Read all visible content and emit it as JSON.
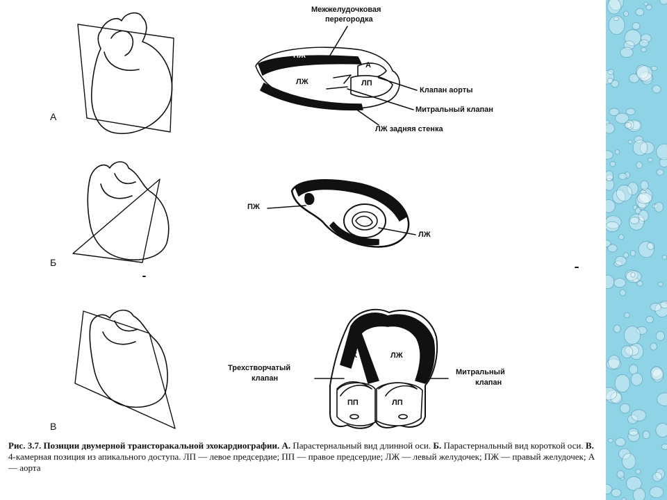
{
  "panels": {
    "a": "А",
    "b": "Б",
    "v": "В"
  },
  "diagram_a": {
    "label_septum_1": "Межжелудочковая",
    "label_septum_2": "перегородка",
    "label_aortic_valve": "Клапан аорты",
    "label_mitral_valve": "Митральный клапан",
    "label_lv_wall": "ЛЖ задняя стенка",
    "inner_rv": "ПЖ",
    "inner_a": "А",
    "inner_lv": "ЛЖ",
    "inner_la": "ЛП"
  },
  "diagram_b": {
    "label_rv": "ПЖ",
    "label_lv": "ЛЖ"
  },
  "diagram_v": {
    "label_tricuspid_1": "Трехстворчатый",
    "label_tricuspid_2": "клапан",
    "label_mitral_1": "Митральный",
    "label_mitral_2": "клапан",
    "inner_rv": "ПЖ",
    "inner_lv": "ЛЖ",
    "inner_ra": "ПП",
    "inner_la": "ЛП"
  },
  "caption": {
    "title": "Рис. 3.7. Позиции двумерной трансторакальной эхокардиографии.",
    "a_key": "А.",
    "a_text": "Парастернальный вид длинной оси.",
    "b_key": "Б.",
    "b_text": "Парастернальный вид короткой оси.",
    "v_key": "В.",
    "v_text": "4-камерная позиция из апикального доступа. ЛП — левое предсердие; ПП — правое предсердие; ЛЖ — левый желудочек; ПЖ — правый желудочек; А — аорта"
  },
  "colors": {
    "sidebar": "#8fd3e6",
    "ink": "#111111"
  }
}
